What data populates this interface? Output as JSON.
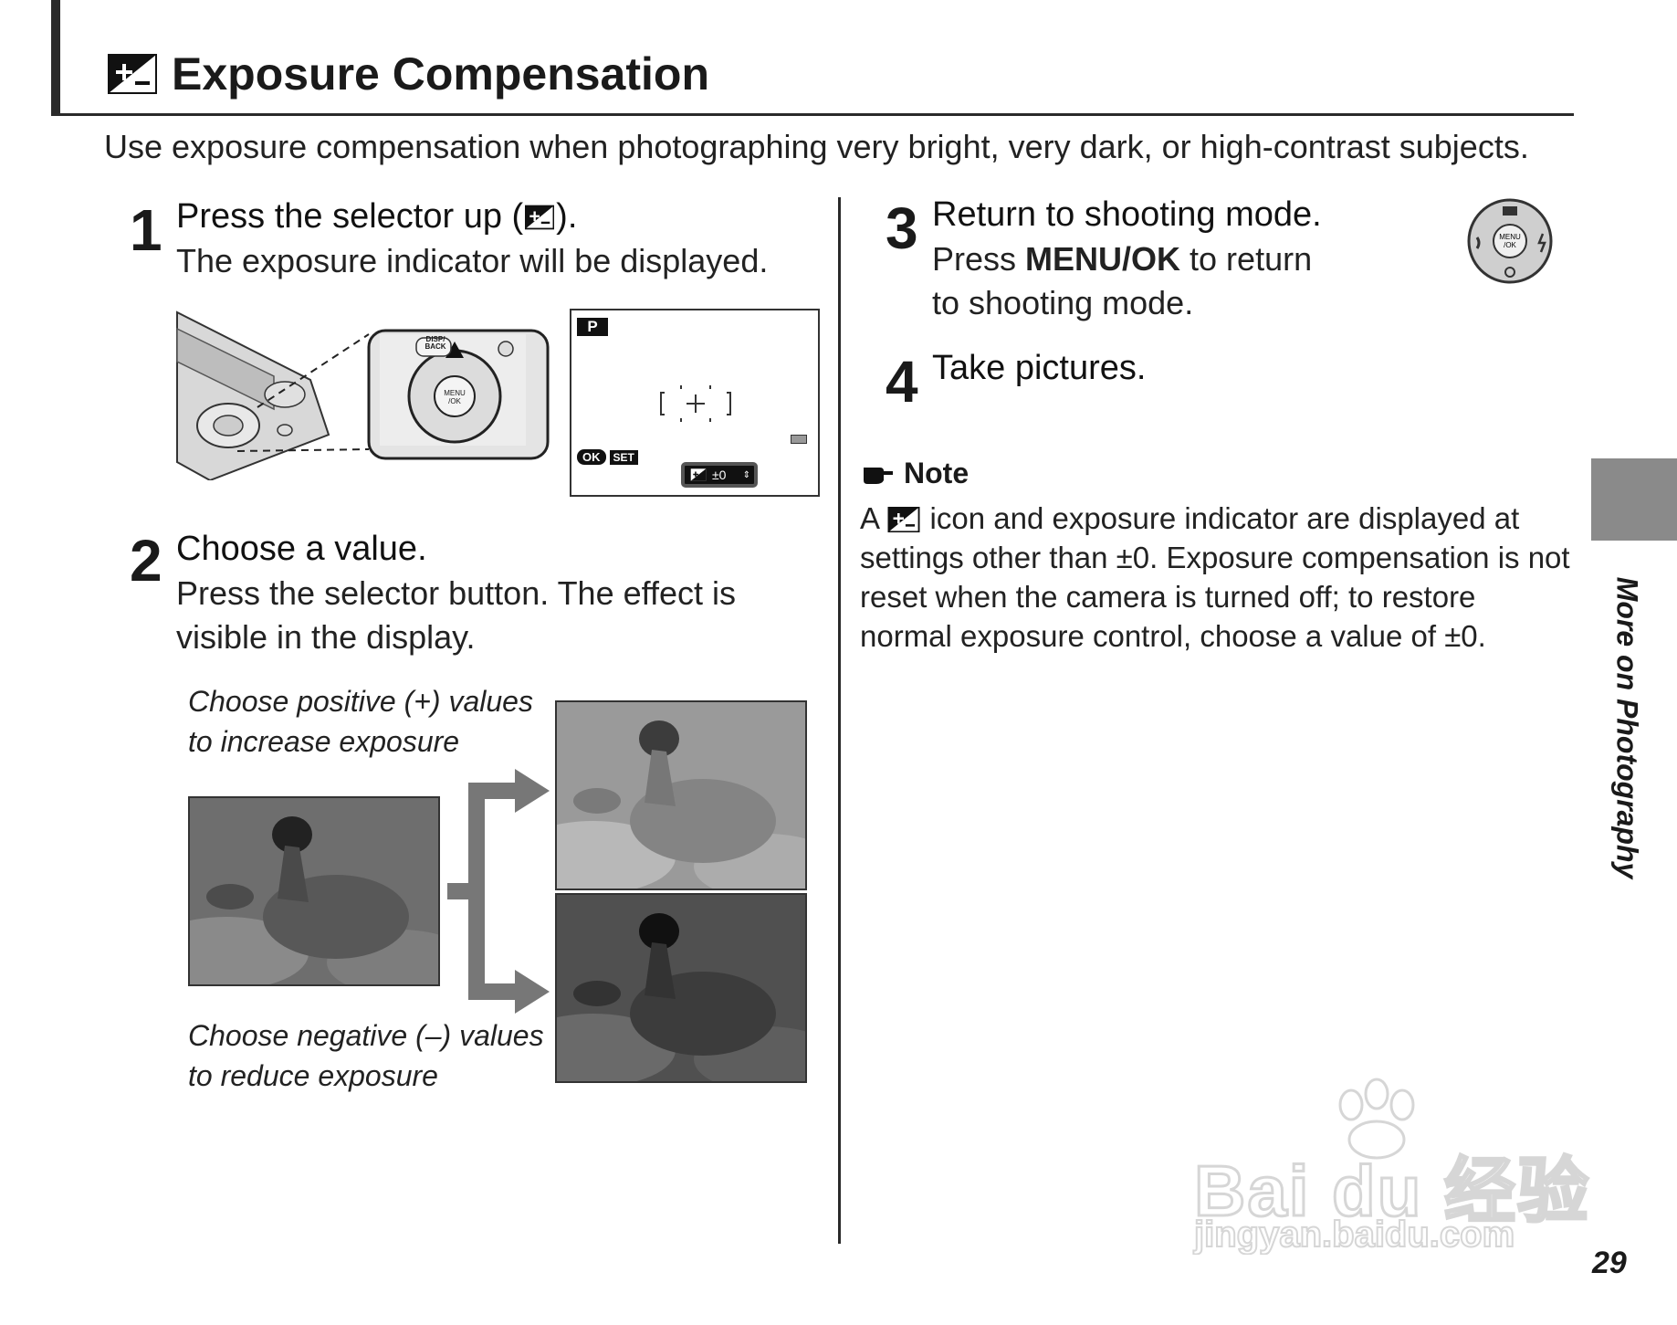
{
  "title": "Exposure Compensation",
  "intro": "Use exposure compensation when photographing very bright, very dark, or high-contrast subjects.",
  "steps": [
    {
      "num": "1",
      "head_pre": "Press the selector up (",
      "head_post": ").",
      "body": "The exposure indicator will be displayed."
    },
    {
      "num": "2",
      "head": "Choose a value.",
      "body": "Press the selector button.  The effect is visible in the display."
    },
    {
      "num": "3",
      "head": "Return to shooting mode.",
      "body_pre": "Press ",
      "body_bold": "MENU/OK",
      "body_post": " to return to shooting mode."
    },
    {
      "num": "4",
      "head": "Take pictures."
    }
  ],
  "captions": {
    "positive": "Choose positive (+) values to increase exposure",
    "negative": "Choose negative (–) values to reduce exposure"
  },
  "camera_labels": {
    "disp_back": "DISP/ BACK",
    "menu_ok": "MENU /OK"
  },
  "lcd": {
    "mode": "P",
    "ok_key": "OK",
    "set_label": "SET",
    "ev_value": "±0"
  },
  "note": {
    "heading": "Note",
    "body_pre": "A ",
    "body_post": " icon and exposure indicator are displayed at settings other than ±0.  Exposure compensation is not reset when the camera is turned off; to restore normal exposure control, choose a value of ±0."
  },
  "side_label": "More on Photography",
  "page_number": "29",
  "watermark": {
    "main": "Bai du 经验",
    "sub": "jingyan.baidu.com"
  },
  "icons": [
    "exposure-compensation-icon",
    "pointing-hand-icon",
    "selector-dial-icon"
  ]
}
